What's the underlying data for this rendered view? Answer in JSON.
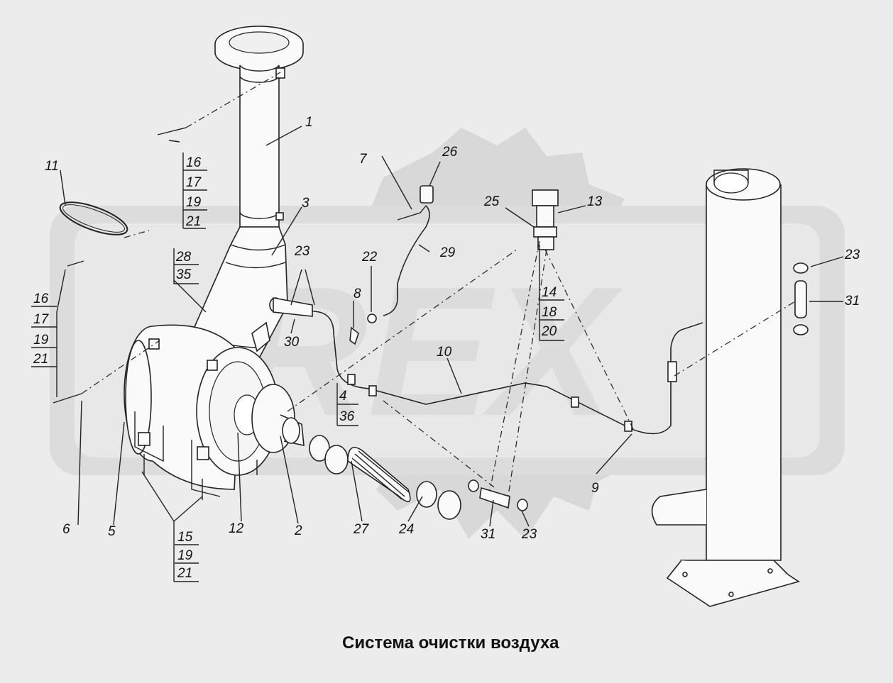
{
  "diagram": {
    "title": "Система очистки воздуха",
    "watermark": "REX",
    "callouts": {
      "c1": "1",
      "c2": "2",
      "c3": "3",
      "c5": "5",
      "c6": "6",
      "c7": "7",
      "c8": "8",
      "c9": "9",
      "c10": "10",
      "c11": "11",
      "c12": "12",
      "c13": "13",
      "c22": "22",
      "c23a": "23",
      "c23b": "23",
      "c23c": "23",
      "c24": "24",
      "c25": "25",
      "c26": "26",
      "c27": "27",
      "c29": "29",
      "c30": "30",
      "c31a": "31",
      "c31b": "31"
    },
    "stacks": {
      "s_top": [
        "16",
        "17",
        "19",
        "21"
      ],
      "s_left": [
        "16",
        "17",
        "19",
        "21"
      ],
      "s_2835": [
        "28",
        "35"
      ],
      "s_436": [
        "4",
        "36"
      ],
      "s_mid": [
        "14",
        "18",
        "20"
      ],
      "s_bottom": [
        "15",
        "19",
        "21"
      ]
    }
  }
}
